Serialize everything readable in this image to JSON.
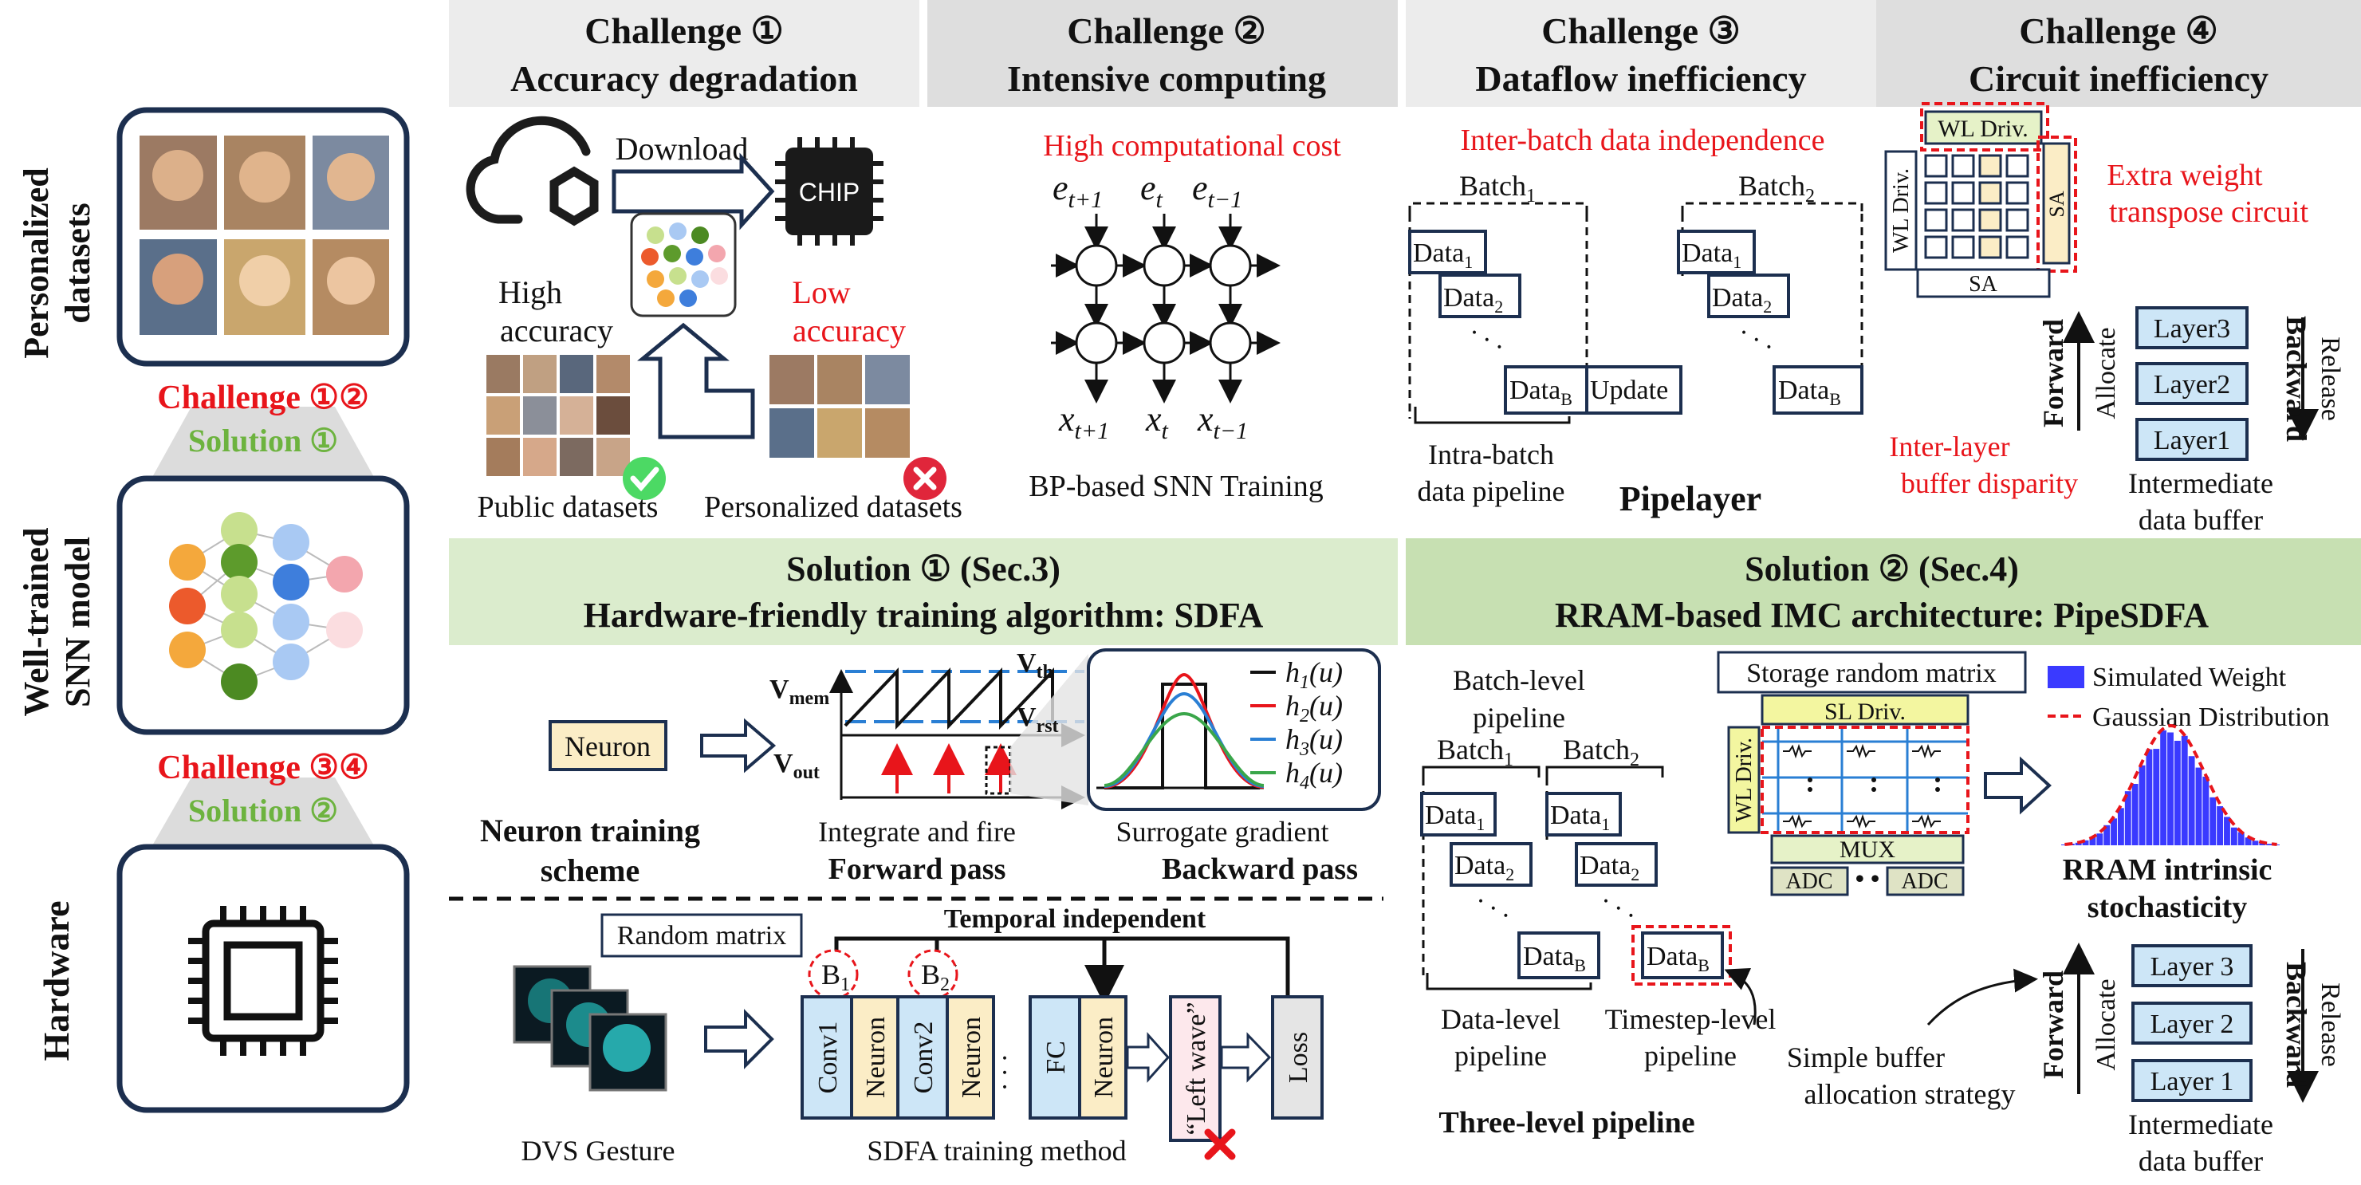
{
  "left": {
    "personalized_datasets": [
      "Personalized",
      "datasets"
    ],
    "challenge_12": "Challenge ①②",
    "solution_1": "Solution ①",
    "well_trained": [
      "Well-trained",
      "SNN model"
    ],
    "challenge_34": "Challenge ③④",
    "solution_2": "Solution ②",
    "hardware": "Hardware"
  },
  "headers": {
    "c1": [
      "Challenge ①",
      "Accuracy degradation"
    ],
    "c2": [
      "Challenge ②",
      "Intensive computing"
    ],
    "c3": [
      "Challenge ③",
      "Dataflow inefficiency"
    ],
    "c4": [
      "Challenge ④",
      "Circuit inefficiency"
    ],
    "s1": [
      "Solution ① (Sec.3)",
      "Hardware-friendly training algorithm: SDFA"
    ],
    "s2": [
      "Solution ② (Sec.4)",
      "RRAM-based IMC architecture: PipeSDFA"
    ]
  },
  "c1": {
    "download": "Download",
    "chip": "CHIP",
    "high_accuracy": [
      "High",
      "accuracy"
    ],
    "low_accuracy": [
      "Low",
      "accuracy"
    ],
    "public": "Public datasets",
    "personalized": "Personalized datasets"
  },
  "c2": {
    "high_cost": "High computational cost",
    "e_labels": [
      "e",
      "e",
      "e"
    ],
    "e_subs": [
      "t+1",
      "t",
      "t−1"
    ],
    "x_labels": [
      "x",
      "x",
      "x"
    ],
    "x_subs": [
      "t+1",
      "t",
      "t−1"
    ],
    "caption": "BP-based SNN Training"
  },
  "c3": {
    "independence": "Inter-batch data independence",
    "batch": "Batch",
    "data": "Data",
    "dots": "· · ·",
    "update": "Update",
    "intra": [
      "Intra-batch",
      "data pipeline"
    ],
    "pipelayer": "Pipelayer"
  },
  "c4": {
    "wl_driv": "WL Driv.",
    "sa": "SA",
    "extra": [
      "Extra weight",
      "transpose circuit"
    ],
    "forward": "Forward",
    "allocate": "Allocate",
    "layers": [
      "Layer3",
      "Layer2",
      "Layer1"
    ],
    "backward": "Backward",
    "release": "Release",
    "disparity": [
      "Inter-layer",
      "buffer disparity"
    ],
    "buffer": [
      "Intermediate",
      "data buffer"
    ]
  },
  "s1": {
    "neuron": "Neuron",
    "vmem": "V",
    "vmem_sub": "mem",
    "vout": "V",
    "vout_sub": "out",
    "vth": "V",
    "vth_sub": "th",
    "vrst": "V",
    "vrst_sub": "rst",
    "legend": [
      "h",
      "h",
      "h",
      "h"
    ],
    "legend_subs": [
      "1",
      "2",
      "3",
      "4"
    ],
    "legend_arg": "(u)",
    "integrate": "Integrate and fire",
    "surrogate": "Surrogate gradient",
    "scheme": [
      "Neuron training",
      "scheme"
    ],
    "forward_pass": "Forward pass",
    "backward_pass": "Backward pass",
    "random_matrix": "Random matrix",
    "temporal": "Temporal independent",
    "b": "B",
    "b_subs": [
      "1",
      "2"
    ],
    "conv1": "Conv1",
    "conv2": "Conv2",
    "neuron_v": "Neuron",
    "fc": "FC",
    "left_wave": "“Left wave”",
    "loss": "Loss",
    "dvs": "DVS Gesture",
    "sdfa": "SDFA training method"
  },
  "s2": {
    "batch_level": [
      "Batch-level",
      "pipeline"
    ],
    "data_level": [
      "Data-level",
      "pipeline"
    ],
    "timestep_level": [
      "Timestep-level",
      "pipeline"
    ],
    "three_level": "Three-level pipeline",
    "storage": "Storage random matrix",
    "sl_driv": "SL Driv.",
    "wl_driv": "WL Driv.",
    "mux": "MUX",
    "adc": "ADC",
    "legend_weight": "Simulated Weight",
    "legend_gauss": "Gaussian Distribution",
    "rram": [
      "RRAM intrinsic",
      "stochasticity"
    ],
    "simple": [
      "Simple buffer",
      "allocation strategy"
    ],
    "layers": [
      "Layer 3",
      "Layer 2",
      "Layer 1"
    ]
  },
  "colors": {
    "red": "#e8151b",
    "green": "#6db33f",
    "navy": "#1c2f4f",
    "header_gray": "#e2e2e2",
    "header_green": "#dbeccd",
    "layer_blue": "#cde6f7",
    "wl_green": "#e6f2c8",
    "sa_yellow": "#fbedc6",
    "hist_blue": "#3a3aff"
  }
}
